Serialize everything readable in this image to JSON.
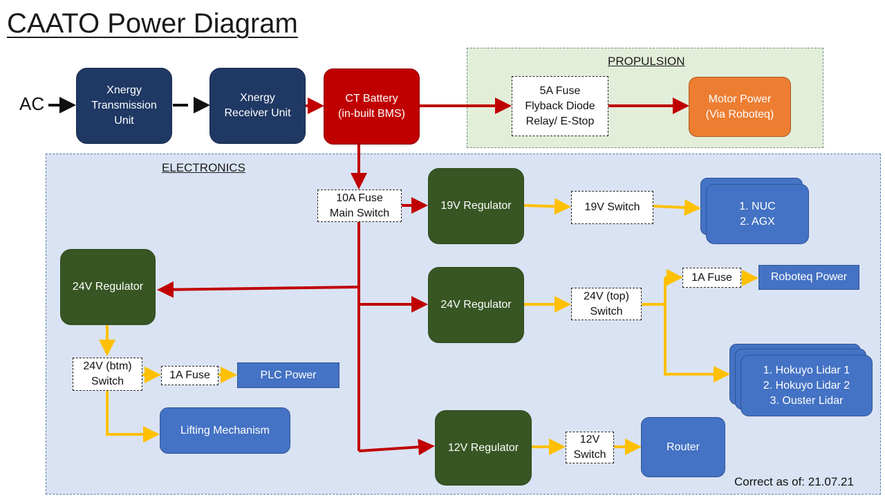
{
  "title": "CAATO Power Diagram",
  "regions": {
    "propulsion": "PROPULSION",
    "electronics": "ELECTRONICS"
  },
  "source": {
    "ac": "AC"
  },
  "nodes": {
    "xnergy_tx": "Xnergy\nTransmission\nUnit",
    "xnergy_rx": "Xnergy\nReceiver Unit",
    "ct_battery": "CT Battery\n(in-built BMS)",
    "prop_fuse": "5A Fuse\nFlyback Diode\nRelay/ E-Stop",
    "motor_power": "Motor Power\n(Via Roboteq)",
    "main_switch": "10A Fuse\nMain Switch",
    "reg19": "19V Regulator",
    "sw19": "19V Switch",
    "nuc_agx": "1. NUC\n2. AGX",
    "reg24_top": "24V Regulator",
    "sw24_top": "24V (top)\nSwitch",
    "fuse_top": "1A Fuse",
    "roboteq_power": "Roboteq Power",
    "lidars": "1. Hokuyo Lidar 1\n2. Hokuyo Lidar 2\n3. Ouster Lidar",
    "reg24_left": "24V Regulator",
    "sw24_btm": "24V (btm)\nSwitch",
    "fuse_btm": "1A Fuse",
    "plc_power": "PLC Power",
    "lifting": "Lifting Mechanism",
    "reg12": "12V Regulator",
    "sw12": "12V\nSwitch",
    "router": "Router"
  },
  "footer": {
    "correct_as_of": "Correct  as of: 21.07.21"
  },
  "colors": {
    "navy": "#1f3864",
    "battery_red": "#c00000",
    "motor_orange": "#ed7d31",
    "regulator_green": "#375623",
    "load_blue": "#4472c4",
    "power_line_red": "#c00000",
    "low_voltage_line_yellow": "#ffc000",
    "propulsion_region": "#e3eed9",
    "electronics_region": "#dae3f3"
  }
}
